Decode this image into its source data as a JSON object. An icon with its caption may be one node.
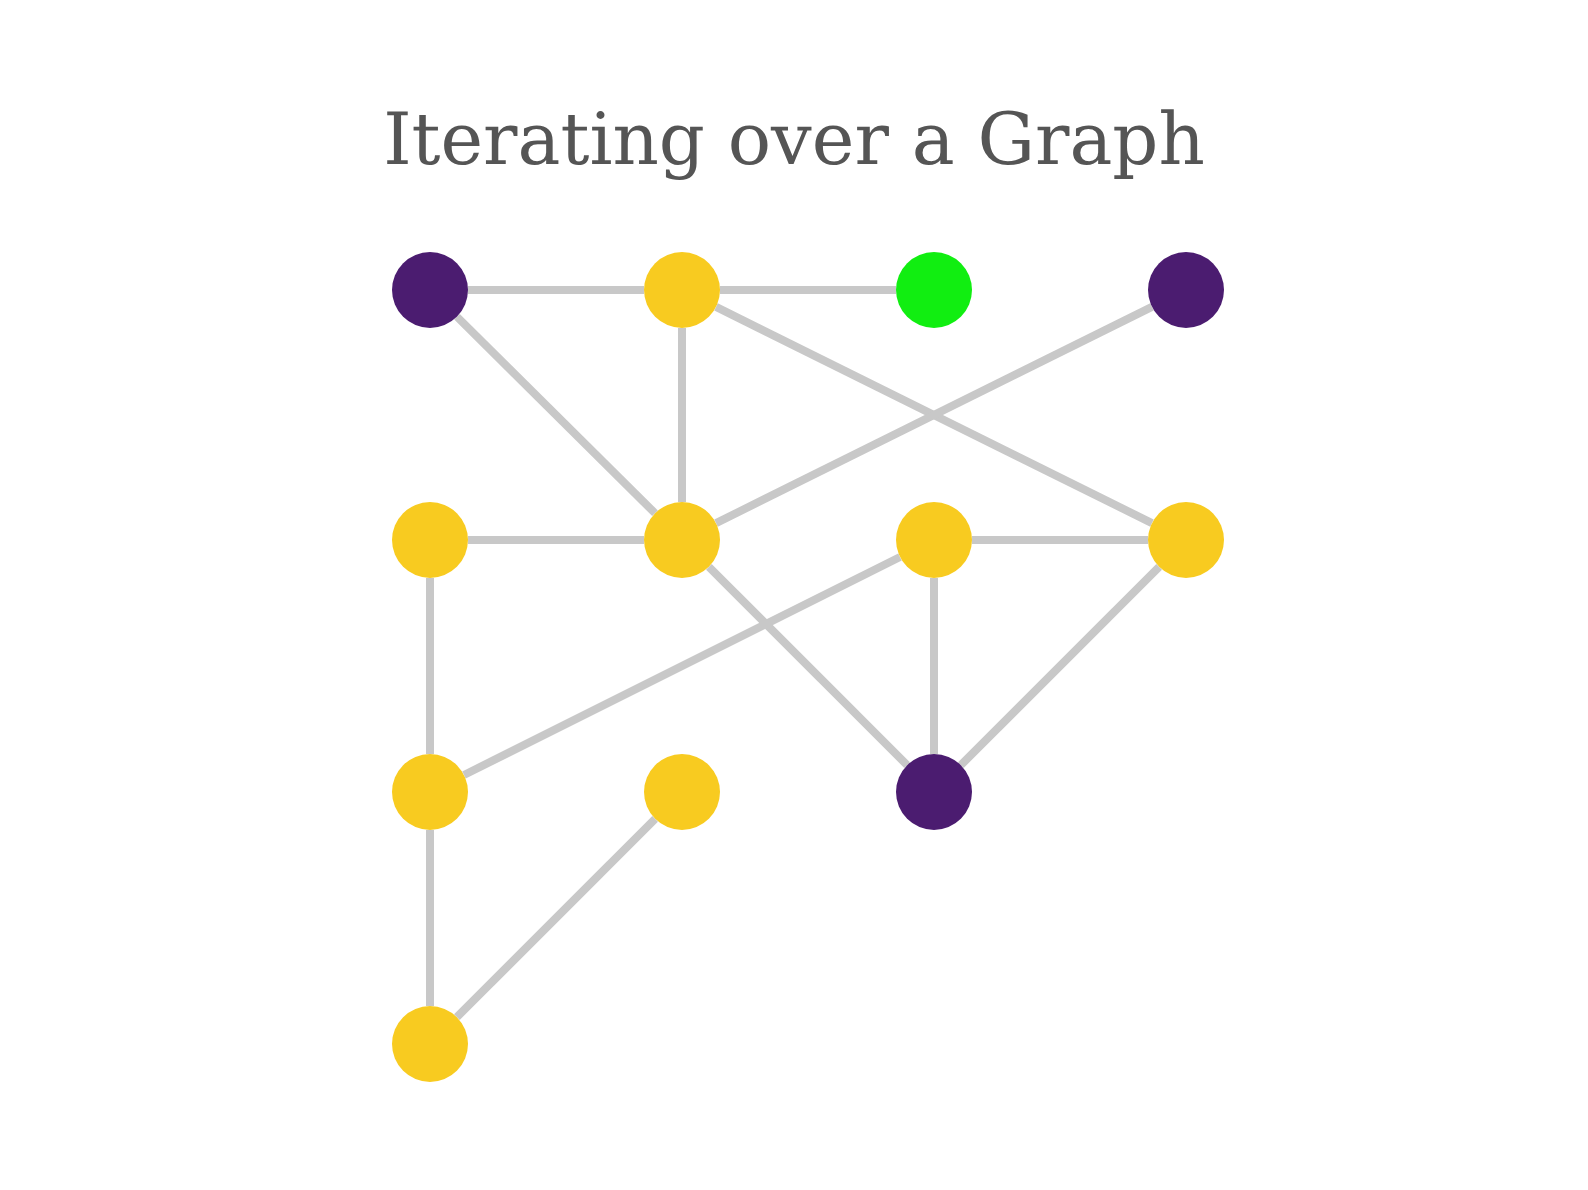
{
  "diagram": {
    "title": "Iterating over a Graph",
    "nodes": [
      {
        "text": [],
        "shape": "circle"
      },
      {
        "text": [],
        "shape": "circle"
      },
      {
        "text": [],
        "shape": "circle"
      },
      {
        "text": [],
        "shape": "circle"
      },
      {
        "text": [],
        "shape": "circle"
      },
      {
        "text": [],
        "shape": "circle"
      },
      {
        "text": [],
        "shape": "circle"
      },
      {
        "text": [],
        "shape": "circle"
      },
      {
        "text": [],
        "shape": "circle"
      },
      {
        "text": [],
        "shape": "circle"
      },
      {
        "text": [],
        "shape": "circle"
      },
      {
        "text": [],
        "shape": "circle"
      }
    ],
    "edges": [
      {
        "from": 0,
        "to": 1,
        "arrow": "none"
      },
      {
        "from": 1,
        "to": 2,
        "arrow": "none"
      },
      {
        "from": 0,
        "to": 5,
        "arrow": "none"
      },
      {
        "from": 1,
        "to": 5,
        "arrow": "none"
      },
      {
        "from": 1,
        "to": 7,
        "arrow": "none"
      },
      {
        "from": 3,
        "to": 5,
        "arrow": "none"
      },
      {
        "from": 4,
        "to": 5,
        "arrow": "none"
      },
      {
        "from": 5,
        "to": 10,
        "arrow": "none"
      },
      {
        "from": 6,
        "to": 7,
        "arrow": "none"
      },
      {
        "from": 4,
        "to": 8,
        "arrow": "none"
      },
      {
        "from": 6,
        "to": 8,
        "arrow": "none"
      },
      {
        "from": 6,
        "to": 10,
        "arrow": "none"
      },
      {
        "from": 7,
        "to": 10,
        "arrow": "none"
      },
      {
        "from": 8,
        "to": 11,
        "arrow": "none"
      },
      {
        "from": 9,
        "to": 11,
        "arrow": "none"
      }
    ]
  }
}
